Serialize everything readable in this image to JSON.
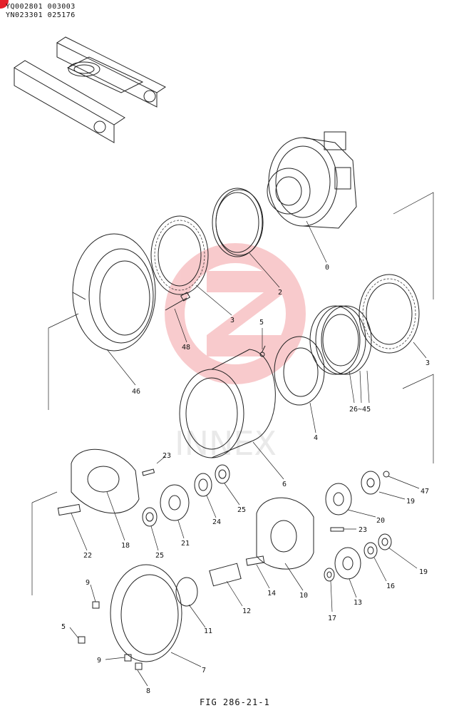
{
  "header": {
    "line1": "YQ002801   003003",
    "line2": "YN023301   025176"
  },
  "figure_label": "FIG 286-21-1",
  "watermark": "INNEX",
  "callouts": [
    {
      "id": "c0",
      "text": "0"
    },
    {
      "id": "c2",
      "text": "2"
    },
    {
      "id": "c3a",
      "text": "3"
    },
    {
      "id": "c48",
      "text": "48"
    },
    {
      "id": "c46",
      "text": "46"
    },
    {
      "id": "c5a",
      "text": "5"
    },
    {
      "id": "c3b",
      "text": "3"
    },
    {
      "id": "c2645",
      "text": "26~45"
    },
    {
      "id": "c4",
      "text": "4"
    },
    {
      "id": "c6",
      "text": "6"
    },
    {
      "id": "c23a",
      "text": "23"
    },
    {
      "id": "c22",
      "text": "22"
    },
    {
      "id": "c18",
      "text": "18"
    },
    {
      "id": "c25a",
      "text": "25"
    },
    {
      "id": "c21",
      "text": "21"
    },
    {
      "id": "c24",
      "text": "24"
    },
    {
      "id": "c25b",
      "text": "25"
    },
    {
      "id": "c47",
      "text": "47"
    },
    {
      "id": "c19a",
      "text": "19"
    },
    {
      "id": "c20",
      "text": "20"
    },
    {
      "id": "c23b",
      "text": "23"
    },
    {
      "id": "c19b",
      "text": "19"
    },
    {
      "id": "c16",
      "text": "16"
    },
    {
      "id": "c13",
      "text": "13"
    },
    {
      "id": "c17",
      "text": "17"
    },
    {
      "id": "c10",
      "text": "10"
    },
    {
      "id": "c14",
      "text": "14"
    },
    {
      "id": "c12",
      "text": "12"
    },
    {
      "id": "c9a",
      "text": "9"
    },
    {
      "id": "c5b",
      "text": "5"
    },
    {
      "id": "c11",
      "text": "11"
    },
    {
      "id": "c9b",
      "text": "9"
    },
    {
      "id": "c7",
      "text": "7"
    },
    {
      "id": "c8",
      "text": "8"
    }
  ],
  "colors": {
    "line": "#222222",
    "watermark": "#f3a0a4",
    "mark": "#e4202a"
  }
}
